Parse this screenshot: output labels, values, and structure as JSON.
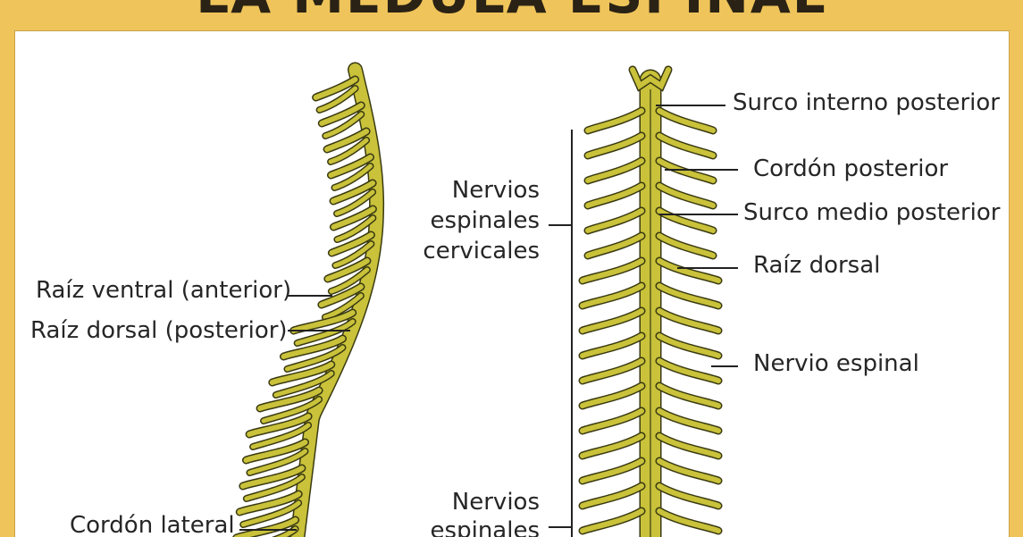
{
  "header": {
    "title": "LA MÉDULA ESPINAL"
  },
  "colors": {
    "frame": "#efc45a",
    "nerve_fill": "#c9c23a",
    "nerve_edge": "#3a3a12",
    "label_text": "#262626"
  },
  "labels": {
    "raiz_ventral": "Raíz ventral (anterior)",
    "raiz_dorsal_posterior": "Raíz dorsal (posterior)",
    "cordon_lateral": "Cordón lateral",
    "nervios_cervicales_1": "Nervios",
    "nervios_cervicales_2": "espinales",
    "nervios_cervicales_3": "cervicales",
    "nervios_bottom_1": "Nervios",
    "nervios_bottom_2": "espinales",
    "surco_interno_posterior": "Surco interno posterior",
    "cordon_posterior": "Cordón posterior",
    "surco_medio_posterior": "Surco medio posterior",
    "raiz_dorsal": "Raíz dorsal",
    "nervio_espinal": "Nervio espinal"
  }
}
